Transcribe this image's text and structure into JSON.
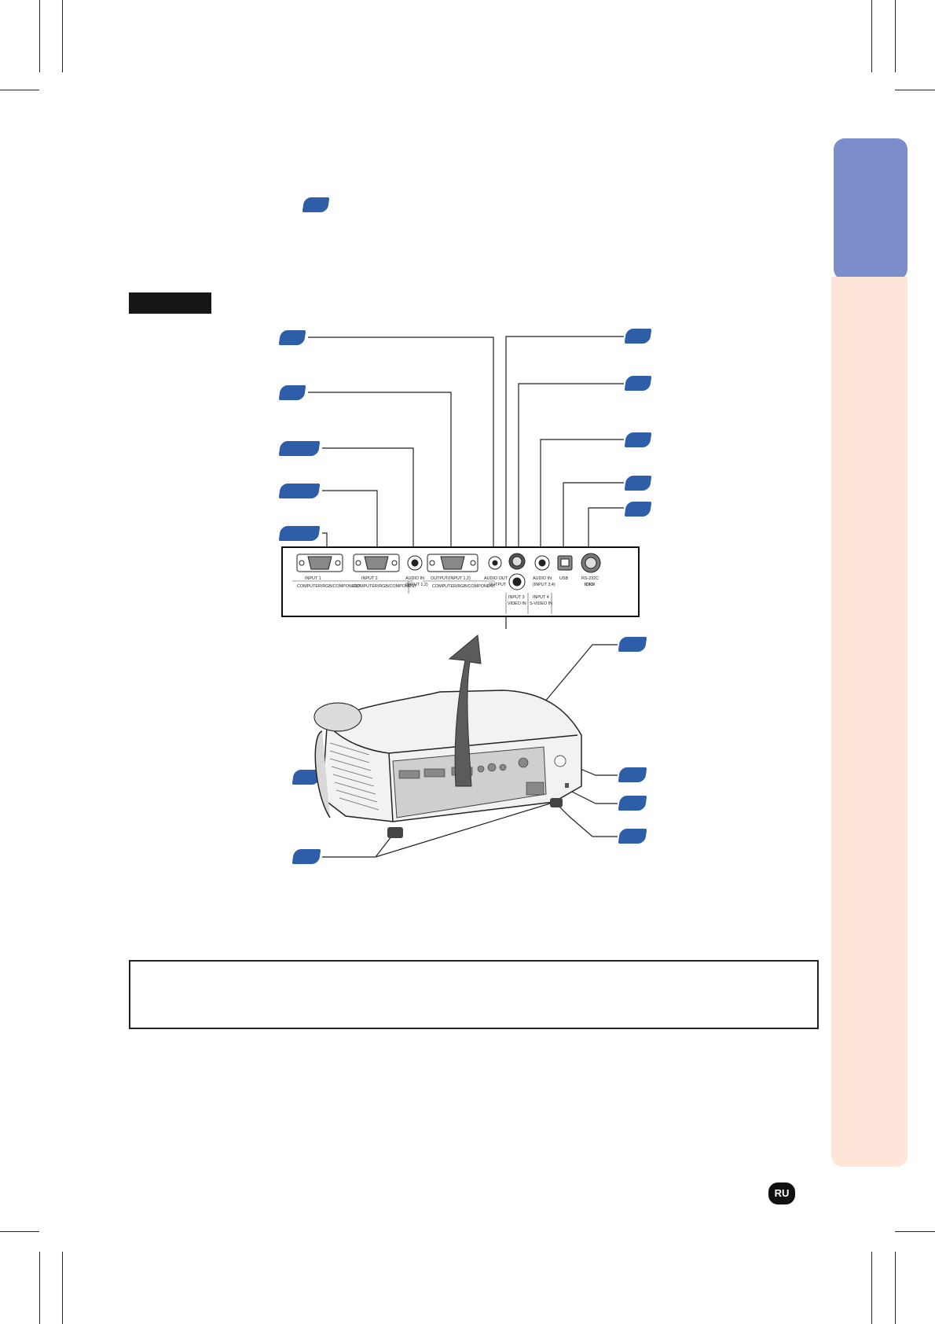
{
  "colors": {
    "accent_blue": "#2f5ea8",
    "side_tab": "#7b8dcb",
    "side_bar": "#fde6d9",
    "panel_grey": "#cfcfcf"
  },
  "rear_panel": {
    "input1_label": "INPUT 1",
    "input1_sub": "COMPUTER/RGB/COMPONENT",
    "input2_label": "INPUT 2",
    "input2_sub": "COMPUTER/RGB/COMPONENT",
    "audio_in_12_label": "AUDIO IN",
    "audio_in_12_sub": "(INPUT 1,2)",
    "output_label": "OUTPUT(INPUT 1,2)",
    "output_sub": "COMPUTER/RGB/COMPONENT",
    "audio_out_label": "AUDIO OUT",
    "audio_out_sub": "OUTPUT",
    "input3_label": "INPUT 3",
    "input3_sub": "VIDEO IN",
    "input4_label": "INPUT 4",
    "input4_sub": "S-VIDEO IN",
    "audio_in_34_label": "AUDIO IN",
    "audio_in_34_sub": "(INPUT 3,4)",
    "usb_label": "USB",
    "rs232c_label": "RS-232C",
    "rs232c_sub": "IOIOI"
  },
  "page_badge": "RU"
}
